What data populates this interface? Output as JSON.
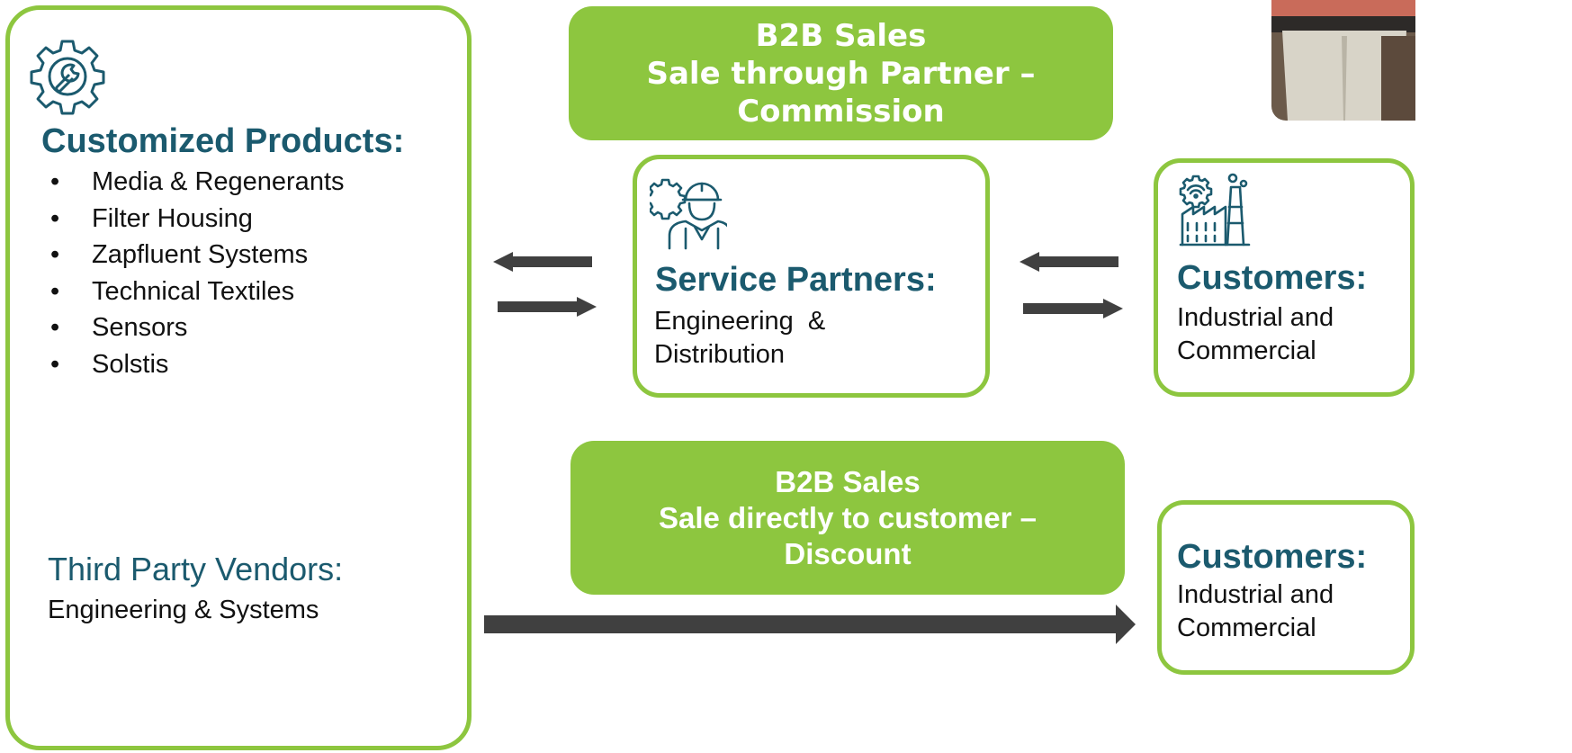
{
  "banners": {
    "partner": {
      "line1": "B2B Sales",
      "line2": "Sale through Partner –",
      "line3": "Commission"
    },
    "direct": {
      "line1": "B2B Sales",
      "line2": "Sale directly to customer –",
      "line3": "Discount"
    }
  },
  "products": {
    "title": "Customized Products:",
    "items": [
      "Media & Regenerants",
      "Filter Housing",
      "Zapfluent Systems",
      "Technical Textiles",
      "Sensors",
      "Solstis"
    ]
  },
  "vendors": {
    "title": "Third Party Vendors:",
    "subtitle": "Engineering & Systems"
  },
  "service_partners": {
    "title": "Service Partners:",
    "line1": "Engineering  &",
    "line2": "Distribution"
  },
  "customers_top": {
    "title": "Customers:",
    "line1": "Industrial and",
    "line2": "Commercial"
  },
  "customers_bottom": {
    "title": "Customers:",
    "line1": "Industrial and",
    "line2": "Commercial"
  },
  "icons": {
    "products": "gear-wrench-icon",
    "service_partners": "engineer-worker-icon",
    "customers": "smart-factory-icon"
  },
  "colors": {
    "green": "#8dc63f",
    "teal_heading": "#1b5a6e",
    "arrow": "#404040"
  }
}
